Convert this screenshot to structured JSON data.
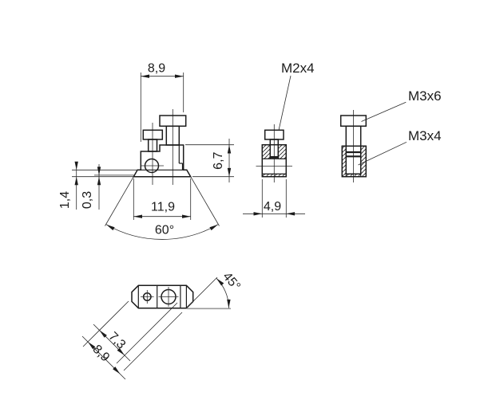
{
  "drawing": {
    "front": {
      "width_top": "8,9",
      "width_bottom": "11,9",
      "height": "6,7",
      "base_height": "1,4",
      "lip": "0,3",
      "dovetail_angle": "60°"
    },
    "section": {
      "width": "4,9",
      "screw_label": "M2x4"
    },
    "side": {
      "screw_label": "M3x6",
      "thread_label": "M3x4"
    },
    "bottom": {
      "length_inner": "7,3",
      "length_outer": "8,9",
      "chamfer_angle": "45°"
    },
    "colors": {
      "line": "#1b1b1b",
      "background": "#ffffff"
    }
  }
}
